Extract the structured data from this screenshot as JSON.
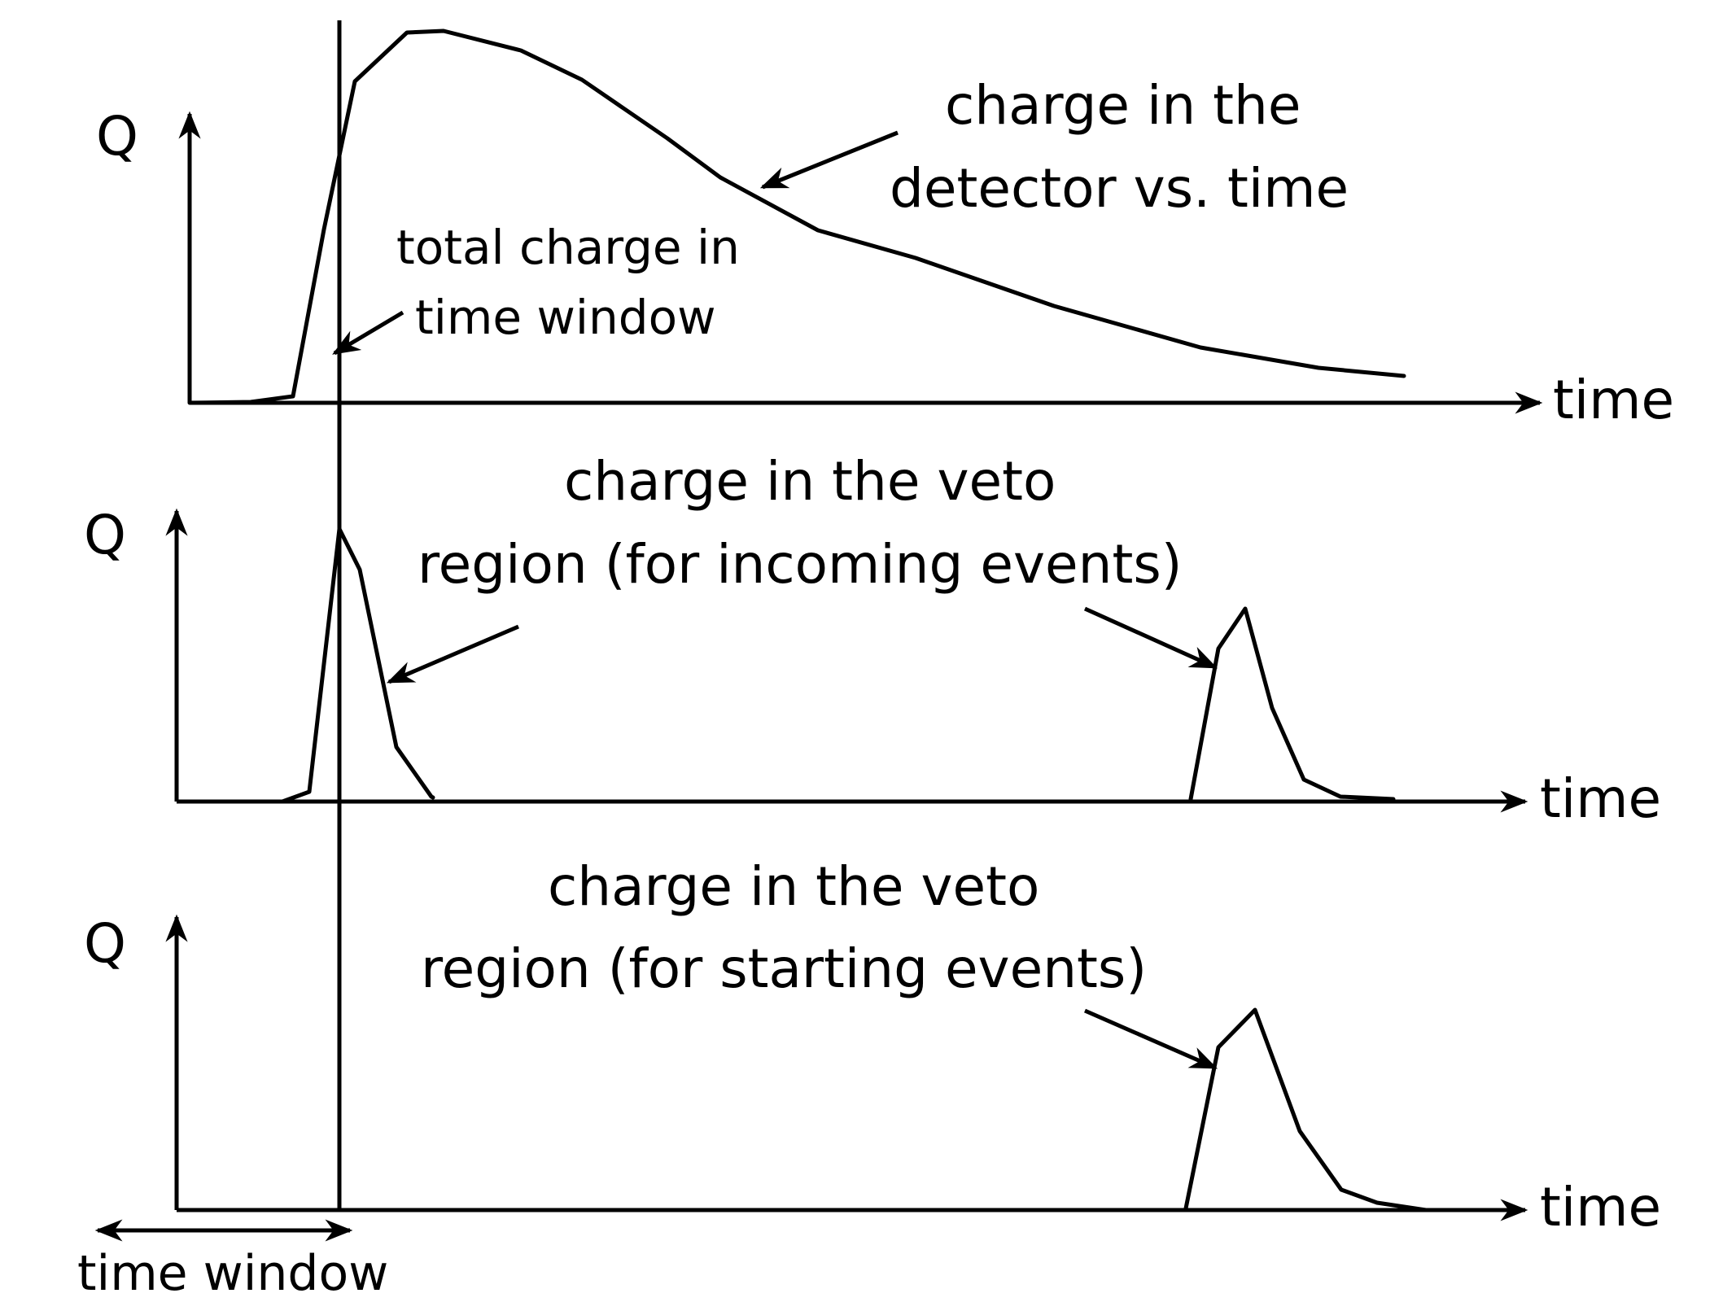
{
  "panels": [
    {
      "y_label": "Q",
      "x_label": "time",
      "annotations": [
        "charge in the",
        "detector vs. time",
        "total charge in",
        "time window"
      ]
    },
    {
      "y_label": "Q",
      "x_label": "time",
      "annotations": [
        "charge in the veto",
        "region (for incoming events)"
      ]
    },
    {
      "y_label": "Q",
      "x_label": "time",
      "annotations": [
        "charge in the veto",
        "region (for starting events)"
      ]
    }
  ],
  "time_window_label": "time window",
  "colors": {
    "ink": "#000000",
    "background": "#ffffff"
  }
}
